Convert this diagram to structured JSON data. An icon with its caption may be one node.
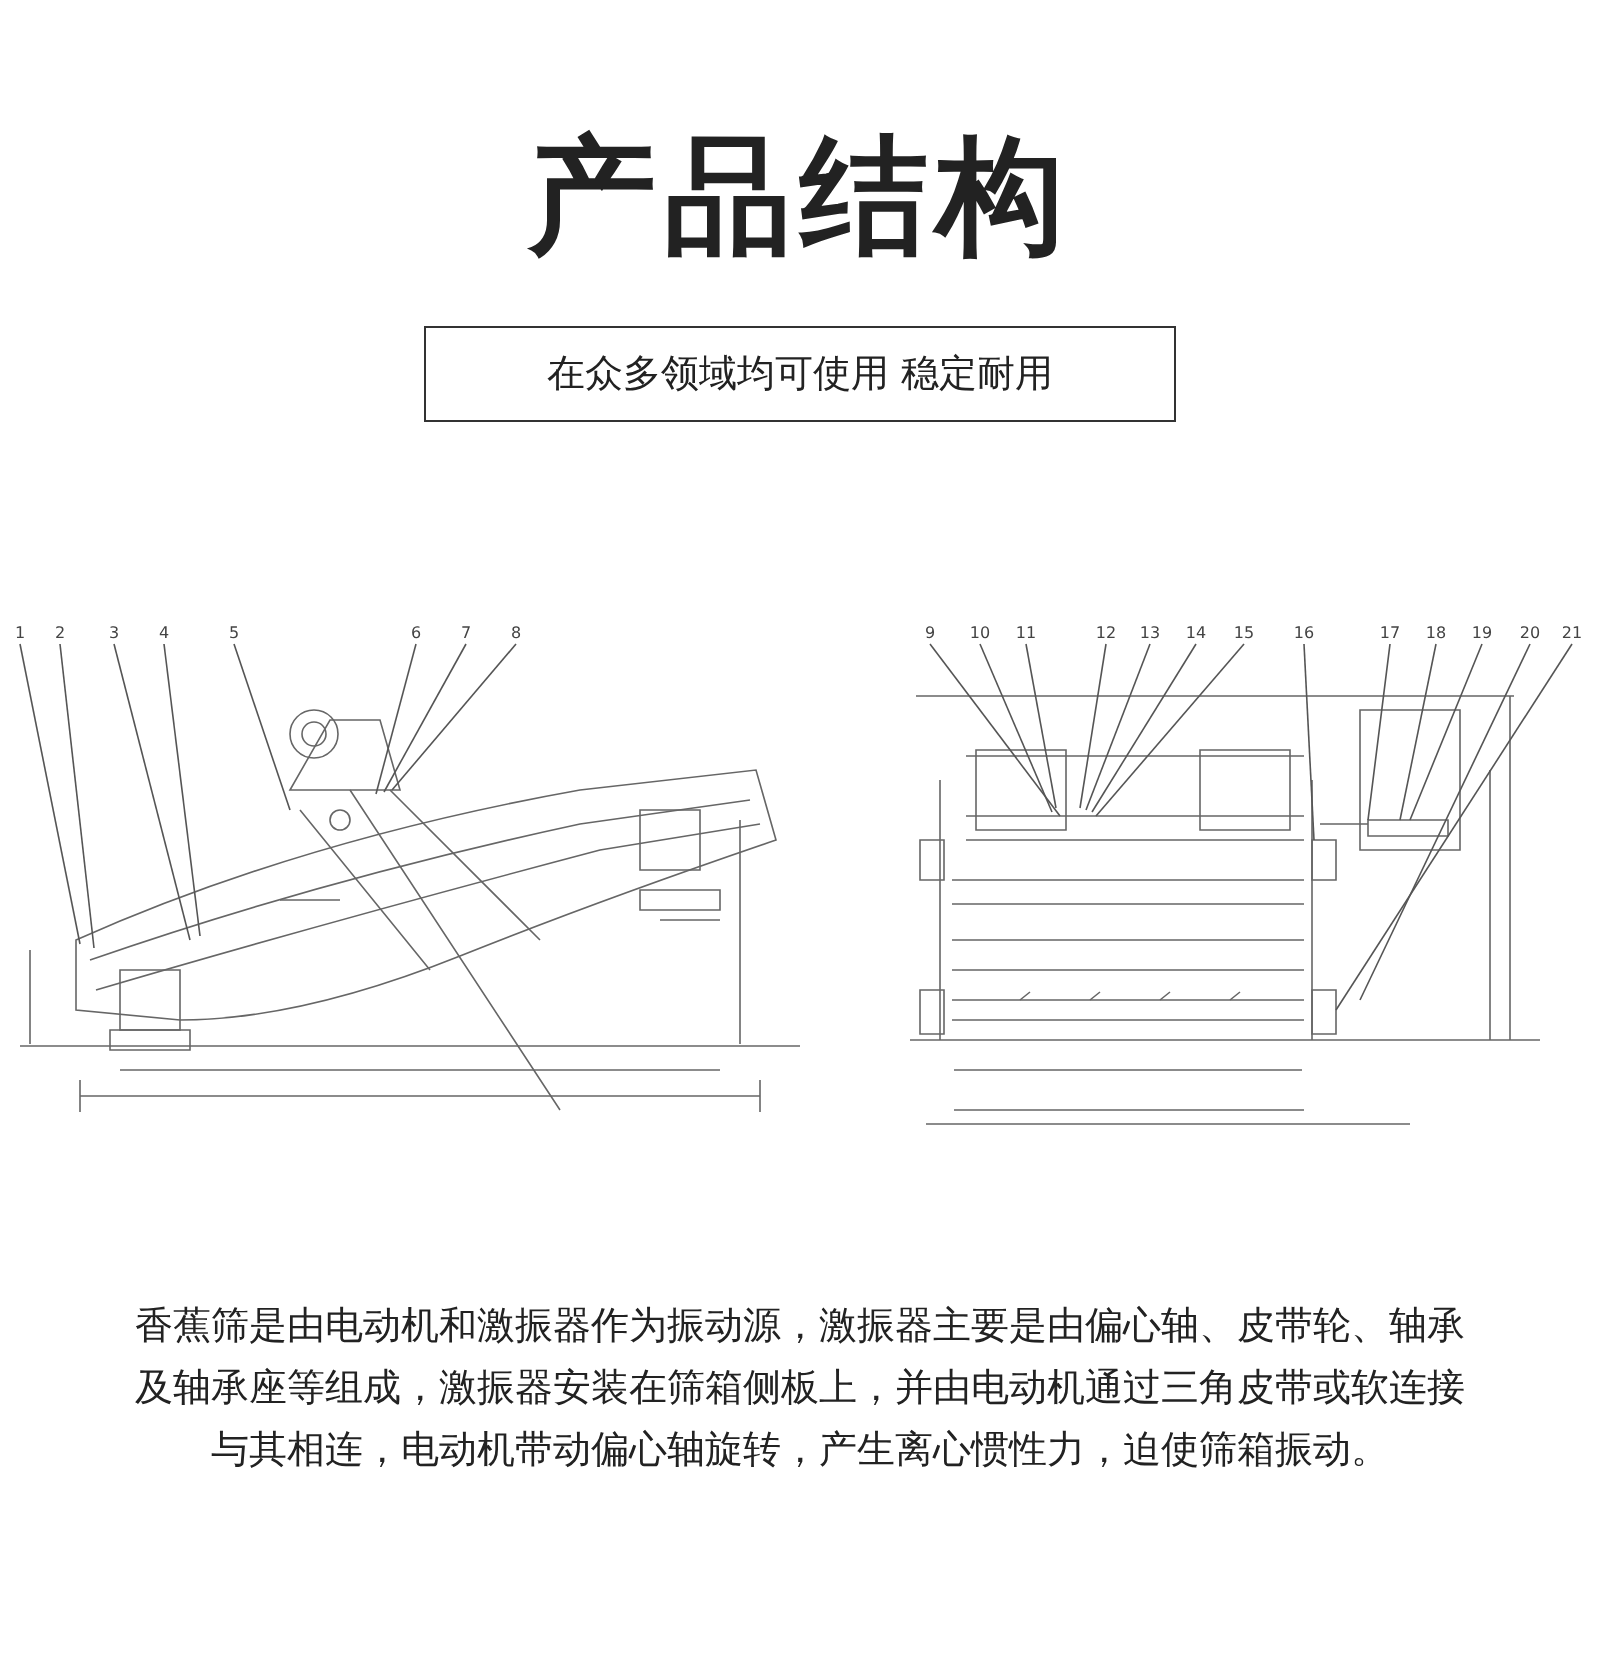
{
  "diagram": {
    "title": "产品结构",
    "nodes": [
      {
        "text": [
          "在众多领域均可使用 稳定耐用"
        ]
      },
      {
        "text": [
          "1"
        ]
      },
      {
        "text": [
          "2"
        ]
      },
      {
        "text": [
          "3"
        ]
      },
      {
        "text": [
          "4"
        ]
      },
      {
        "text": [
          "5"
        ]
      },
      {
        "text": [
          "6"
        ]
      },
      {
        "text": [
          "7"
        ]
      },
      {
        "text": [
          "8"
        ]
      },
      {
        "text": [
          "9"
        ]
      },
      {
        "text": [
          "10"
        ]
      },
      {
        "text": [
          "11"
        ]
      },
      {
        "text": [
          "12"
        ]
      },
      {
        "text": [
          "13"
        ]
      },
      {
        "text": [
          "14"
        ]
      },
      {
        "text": [
          "15"
        ]
      },
      {
        "text": [
          "16"
        ]
      },
      {
        "text": [
          "17"
        ]
      },
      {
        "text": [
          "18"
        ]
      },
      {
        "text": [
          "19"
        ]
      },
      {
        "text": [
          "20"
        ]
      },
      {
        "text": [
          "21"
        ]
      }
    ],
    "edges": [
      {
        "from": 1,
        "to": null,
        "arrow": "none"
      },
      {
        "from": 2,
        "to": null,
        "arrow": "none"
      },
      {
        "from": 3,
        "to": null,
        "arrow": "none"
      },
      {
        "from": 4,
        "to": null,
        "arrow": "none"
      },
      {
        "from": 5,
        "to": null,
        "arrow": "none"
      },
      {
        "from": 6,
        "to": null,
        "arrow": "none"
      },
      {
        "from": 7,
        "to": null,
        "arrow": "none"
      },
      {
        "from": 8,
        "to": null,
        "arrow": "none"
      },
      {
        "from": 9,
        "to": null,
        "arrow": "none"
      },
      {
        "from": 10,
        "to": null,
        "arrow": "none"
      },
      {
        "from": 11,
        "to": null,
        "arrow": "none"
      },
      {
        "from": 12,
        "to": null,
        "arrow": "none"
      },
      {
        "from": 13,
        "to": null,
        "arrow": "none"
      },
      {
        "from": 14,
        "to": null,
        "arrow": "none"
      },
      {
        "from": 15,
        "to": null,
        "arrow": "none"
      },
      {
        "from": 16,
        "to": null,
        "arrow": "none"
      },
      {
        "from": 17,
        "to": null,
        "arrow": "none"
      },
      {
        "from": 18,
        "to": null,
        "arrow": "none"
      },
      {
        "from": 19,
        "to": null,
        "arrow": "none"
      },
      {
        "from": 20,
        "to": null,
        "arrow": "none"
      },
      {
        "from": 21,
        "to": null,
        "arrow": "none"
      }
    ],
    "labels": [
      "香蕉筛是由电动机和激振器作为振动源，激振器主要是由偏心轴、皮带轮、轴承及轴承座等组成，激振器安装在筛箱侧板上，并由电动机通过三角皮带或软连接与其相连，电动机带动偏心轴旋转，产生离心惯性力，迫使筛箱振动。"
    ]
  }
}
